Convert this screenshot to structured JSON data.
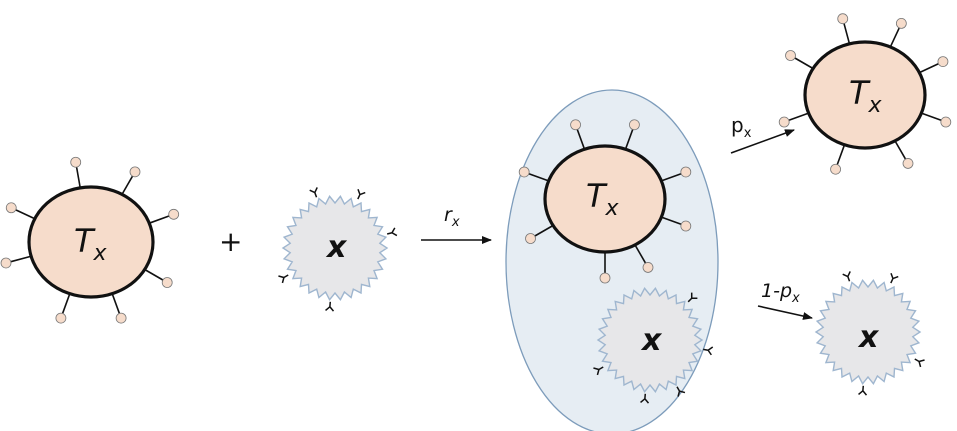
{
  "labels": {
    "tcell_main": "T",
    "tcell_main_sub": "x",
    "pathogen_main": "x",
    "plus": "+",
    "rate_binding": "r",
    "rate_binding_sub": "x",
    "tcell_complex": "T",
    "tcell_complex_sub": "x",
    "pathogen_complex": "x",
    "prob_kill": "p",
    "prob_kill_sub": "x",
    "prob_escape_prefix": "1-p",
    "prob_escape_sub": "x",
    "tcell_out": "T",
    "tcell_out_sub": "x",
    "pathogen_out": "x"
  },
  "colors": {
    "tcell_fill": "#f6dccb",
    "tcell_stroke": "#111111",
    "receptor_tip": "#f6dccb",
    "pathogen_fill": "#e7e7e9",
    "pathogen_edge": "#9fb6cf",
    "complex_fill": "#e6edf3",
    "complex_stroke": "#7d9cbb",
    "ink": "#111111"
  }
}
